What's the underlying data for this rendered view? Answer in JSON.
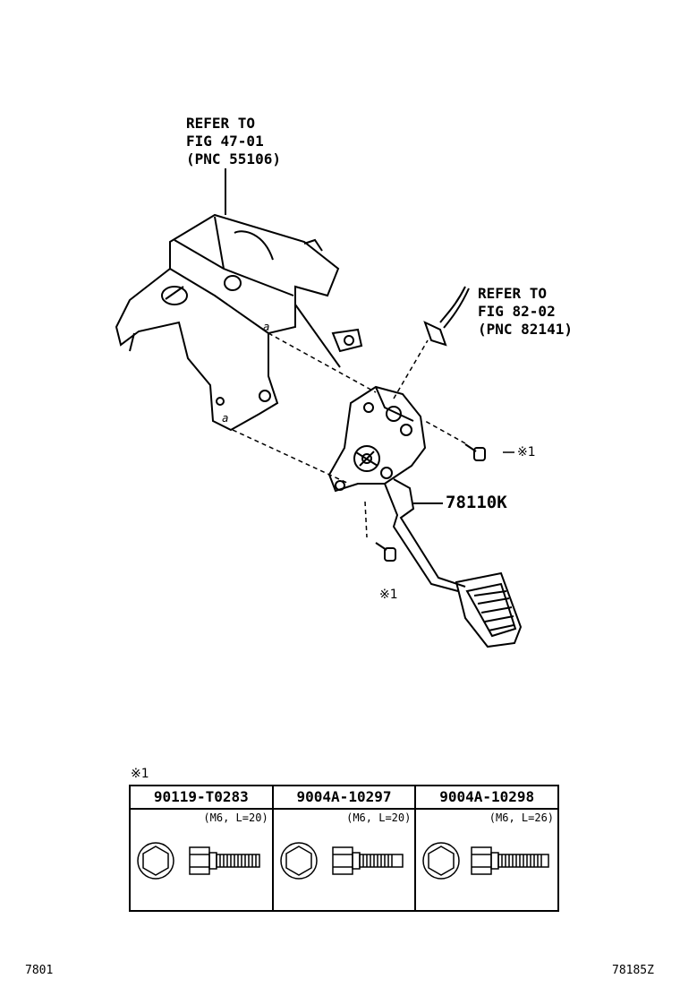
{
  "callouts": {
    "top_ref": [
      "REFER TO",
      "FIG 47-01",
      "(PNC 55106)"
    ],
    "side_ref": [
      "REFER TO",
      "FIG 82-02",
      "(PNC 82141)"
    ],
    "part_number": "78110K",
    "note_mark_upper": "※1",
    "note_mark_lower": "※1",
    "alpha_marks": [
      "a",
      "a"
    ]
  },
  "fastener_table": {
    "note_mark": "※1",
    "columns": [
      {
        "part_no": "90119-T0283",
        "spec": "(M6, L=20)"
      },
      {
        "part_no": "9004A-10297",
        "spec": "(M6, L=20)"
      },
      {
        "part_no": "9004A-10298",
        "spec": "(M6, L=26)"
      }
    ]
  },
  "footer": {
    "left": "7801",
    "right": "78185Z"
  }
}
